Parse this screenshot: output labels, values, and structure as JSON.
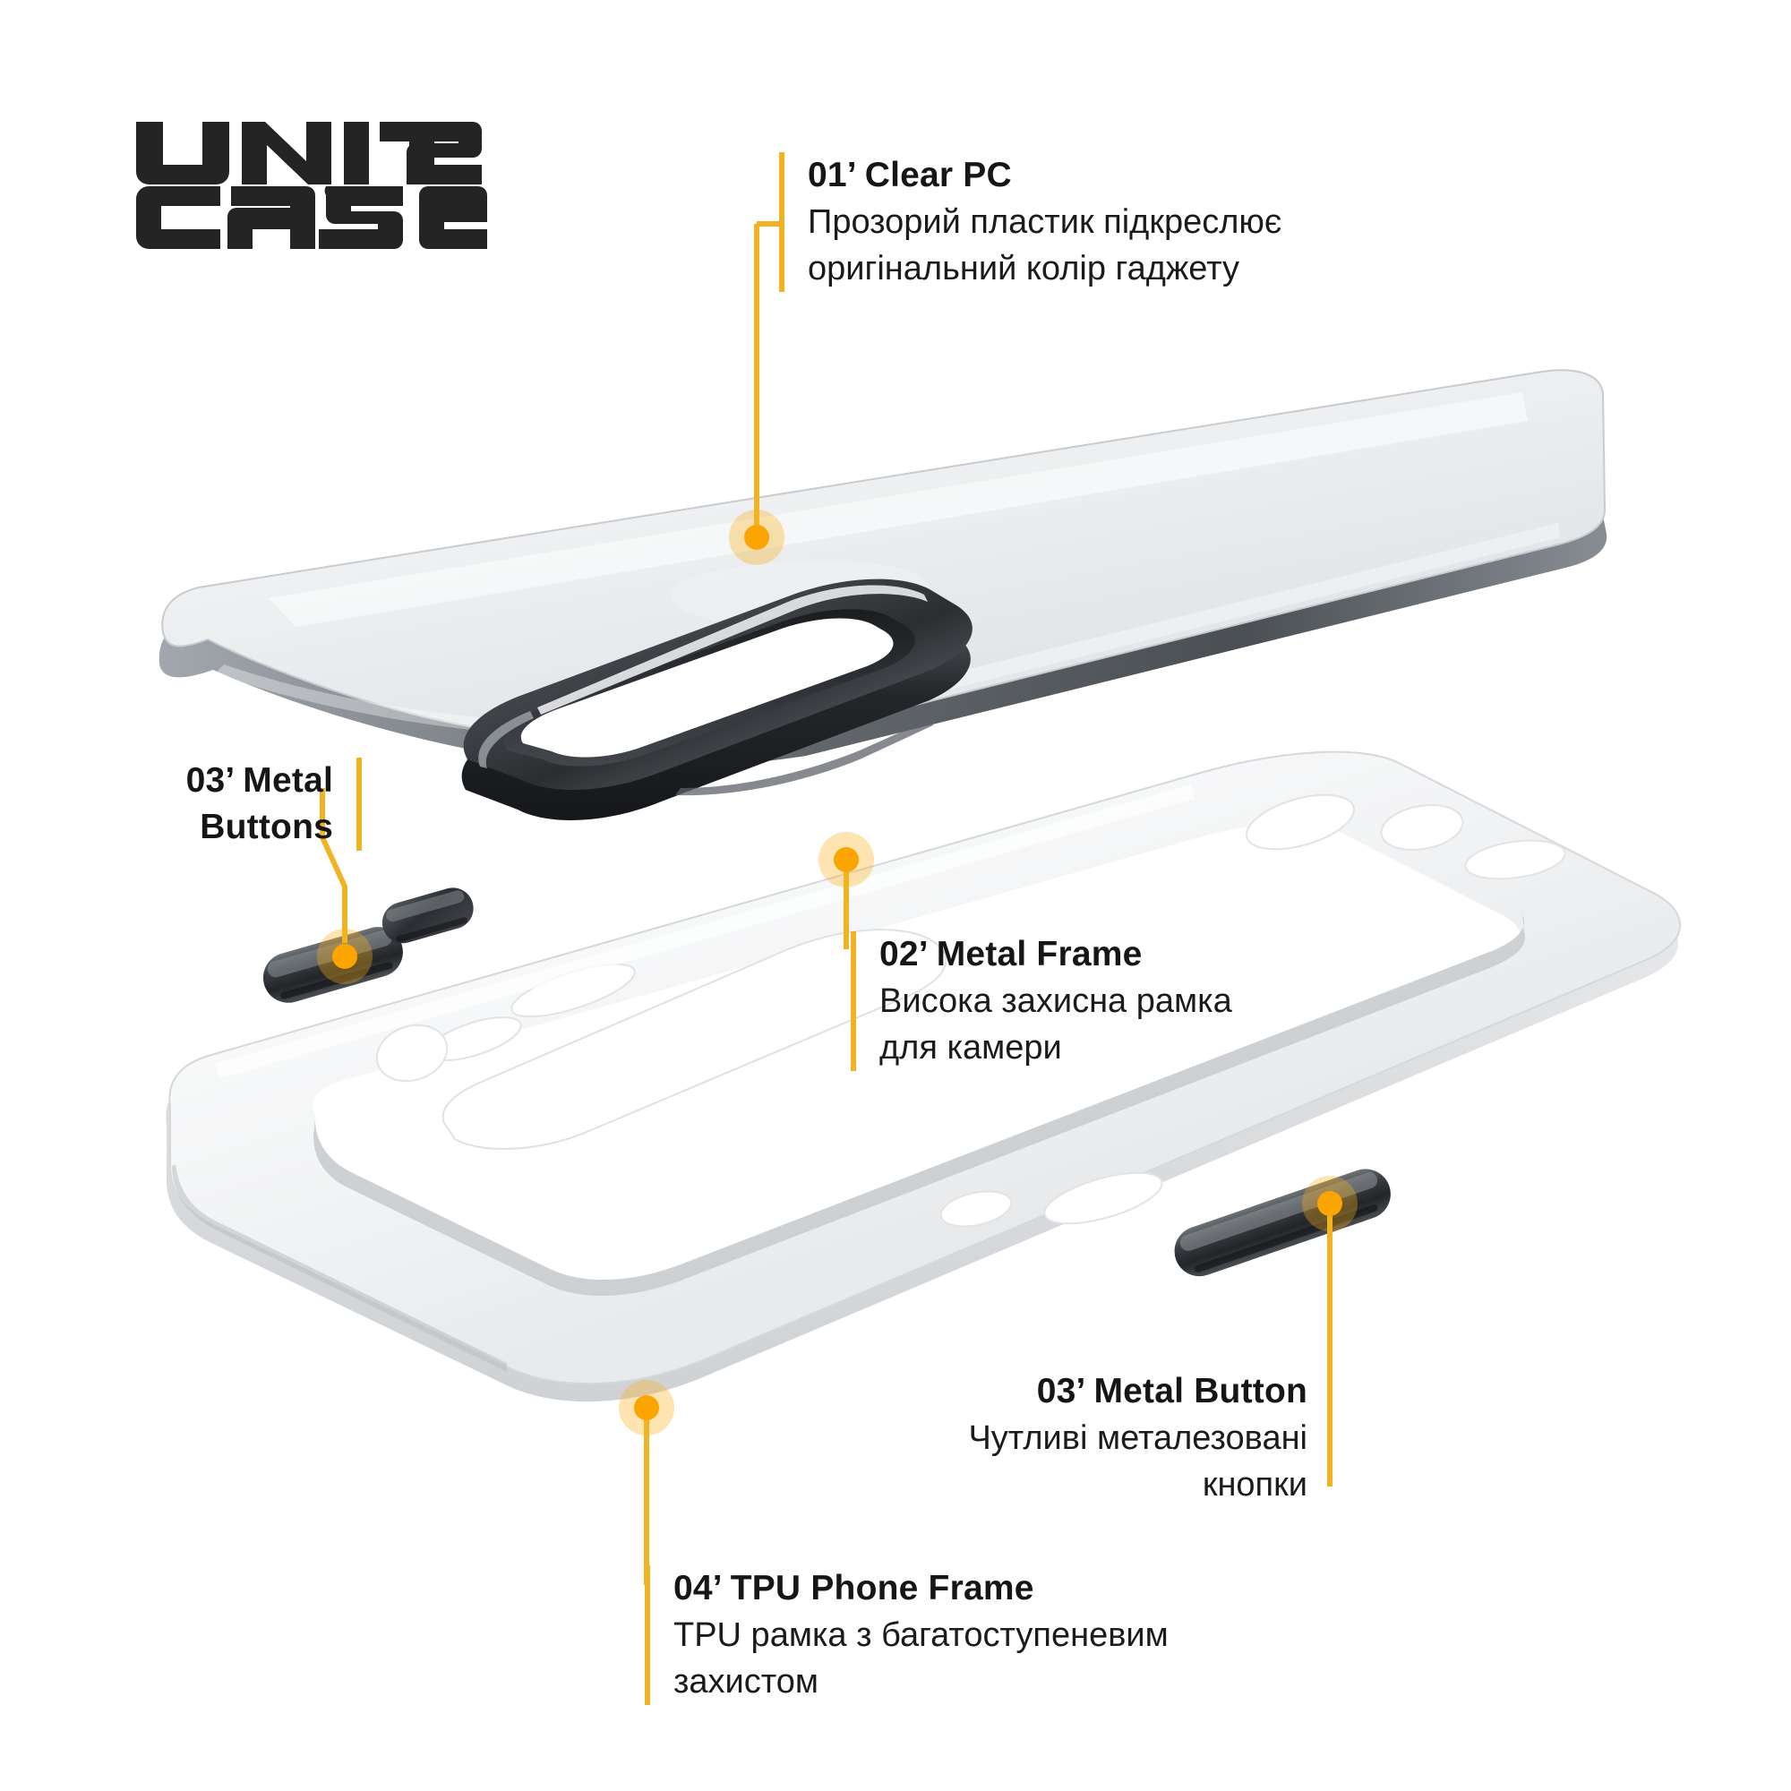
{
  "brand": {
    "line1": "UNIT2",
    "line2": "CASE",
    "logo_color": "#242424"
  },
  "accent": {
    "bar": "#f0b323",
    "dot": "#fca500",
    "halo": "rgba(248,176,26,0.34)",
    "line": "#f0b323"
  },
  "callouts": [
    {
      "id": "clear-pc",
      "number": "01’",
      "title": "01’ Clear PC",
      "desc_lines": [
        "Прозорий пластик підкреслює",
        "оригінальний колір гаджету"
      ],
      "bar_side": "left"
    },
    {
      "id": "metal-buttons",
      "number": "03’",
      "title_lines": [
        "03’ Metal",
        "Buttons"
      ],
      "desc_lines": [],
      "bar_side": "right"
    },
    {
      "id": "metal-frame",
      "number": "02’",
      "title": "02’ Metal Frame",
      "desc_lines": [
        "Висока захисна рамка",
        "для камери"
      ],
      "bar_side": "left"
    },
    {
      "id": "metal-button",
      "number": "03’",
      "title": "03’ Metal Button",
      "desc_lines": [
        "Чутливі металезовані",
        "кнопки"
      ],
      "bar_side": "none"
    },
    {
      "id": "tpu-phone-frame",
      "number": "04’",
      "title": "04’ TPU Phone Frame",
      "desc_lines": [
        "TPU рамка з багатоступеневим",
        "захистом"
      ],
      "bar_side": "left"
    }
  ],
  "parts": {
    "clear_pc_panel": "transparent-pc-back-panel",
    "metal_camera_ring": "dark-chrome-camera-frame",
    "metal_side_buttons": "dark-metal-side-buttons",
    "tpu_frame": "white-translucent-tpu-frame"
  }
}
